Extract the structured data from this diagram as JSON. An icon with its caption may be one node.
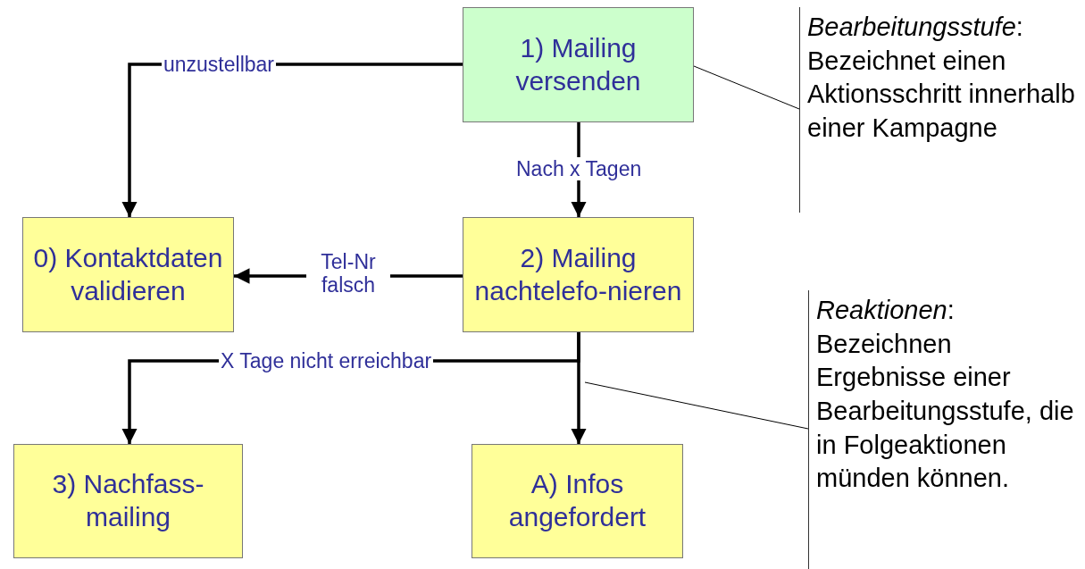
{
  "diagram": {
    "nodes": [
      {
        "text": [
          "1) Mailing versenden"
        ]
      },
      {
        "text": [
          "0) Kontaktdaten validieren"
        ]
      },
      {
        "text": [
          "2) Mailing nachtelefo-nieren"
        ]
      },
      {
        "text": [
          "3) Nachfass-mailing"
        ]
      },
      {
        "text": [
          "A) Infos angefordert"
        ]
      },
      {
        "text": [
          "*Bearbeitungsstufe*: Bezeichnet einen Aktionsschritt innerhalb einer Kampagne"
        ]
      },
      {
        "text": [
          "*Reaktionen*: Bezeichnen Ergebnisse einer Bearbeitungsstufe, die in Folgeaktionen münden können."
        ]
      }
    ],
    "edges": [
      {
        "from": 0,
        "to": 1,
        "arrow": "to",
        "label": "unzustellbar"
      },
      {
        "from": 0,
        "to": 2,
        "arrow": "to",
        "label": "Nach x Tagen"
      },
      {
        "from": 2,
        "to": 1,
        "arrow": "to",
        "label": "Tel-Nr falsch"
      },
      {
        "from": 2,
        "to": 3,
        "arrow": "to",
        "label": "X Tage nicht erreichbar"
      },
      {
        "from": 2,
        "to": 4,
        "arrow": "to"
      },
      {
        "from": 5,
        "to": 0,
        "arrow": "none"
      },
      {
        "from": 6,
        "to": null,
        "arrow": "none"
      }
    ]
  }
}
